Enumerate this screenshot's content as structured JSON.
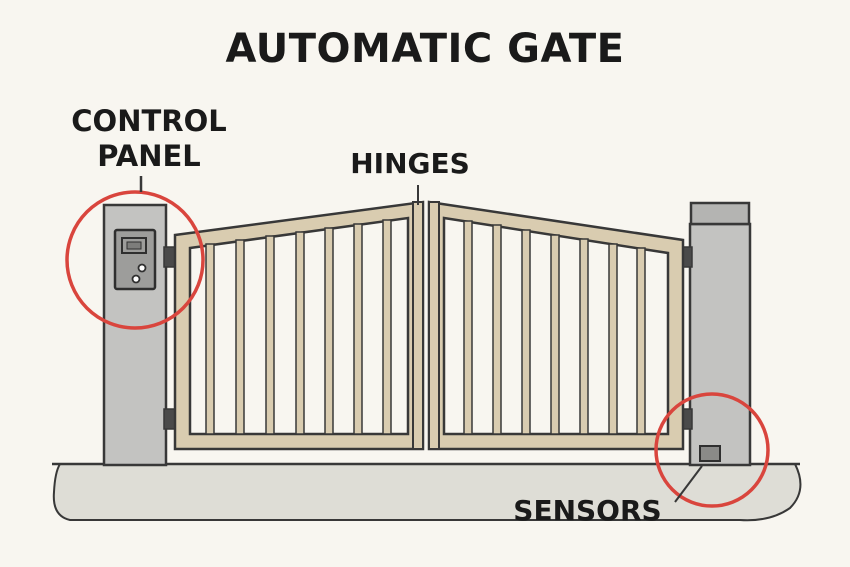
{
  "diagram": {
    "title": "AUTOMATIC GATE",
    "labels": {
      "control_panel": "CONTROL\nPANEL",
      "hinges": "HINGES",
      "sensors": "SENSORS"
    }
  },
  "colors": {
    "background": "#f8f6f0",
    "ground": "#deddd6",
    "pillar": "#c3c3c1",
    "pillar_cap": "#b4b4b2",
    "gate_frame": "#d9ccb0",
    "outline": "#383838",
    "highlight_circle": "#d9453d",
    "text": "#1a1a1a"
  },
  "icons": [
    "control-panel-screen-icon",
    "control-panel-button-icon",
    "sensor-box-icon"
  ]
}
